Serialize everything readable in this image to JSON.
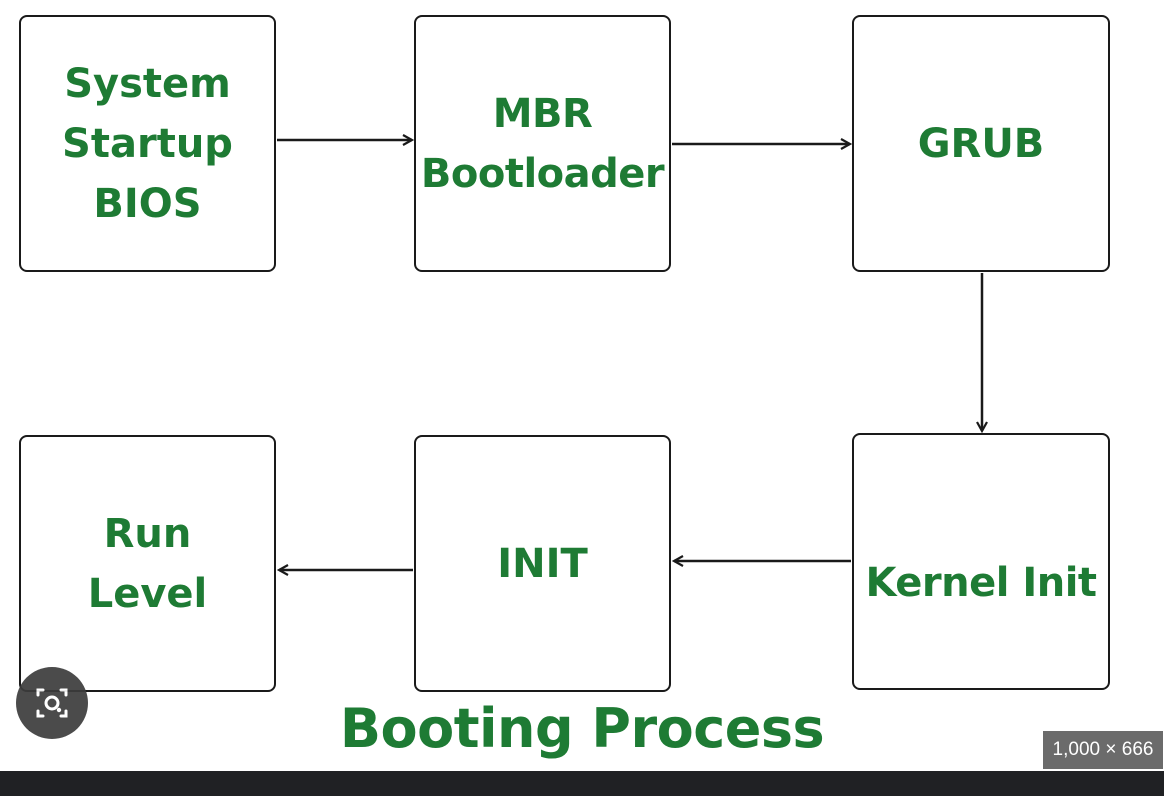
{
  "diagram": {
    "title": "Booting Process",
    "colors": {
      "text_green": "#1e7b34",
      "box_border": "#1a1a1a",
      "arrow": "#1a1a1a"
    },
    "boxes": [
      {
        "id": "bios",
        "lines": [
          "System",
          "Startup",
          "BIOS"
        ]
      },
      {
        "id": "mbr",
        "lines": [
          "MBR",
          "Bootloader"
        ]
      },
      {
        "id": "grub",
        "lines": [
          "GRUB"
        ]
      },
      {
        "id": "kernel",
        "lines": [
          "Kernel Init"
        ]
      },
      {
        "id": "init",
        "lines": [
          "INIT"
        ]
      },
      {
        "id": "run",
        "lines": [
          "Run",
          "Level"
        ]
      }
    ],
    "flow": [
      "bios",
      "mbr",
      "grub",
      "kernel",
      "init",
      "run"
    ]
  },
  "overlay": {
    "lens_icon": "camera-search-icon",
    "image_size": "1,000 × 666"
  }
}
